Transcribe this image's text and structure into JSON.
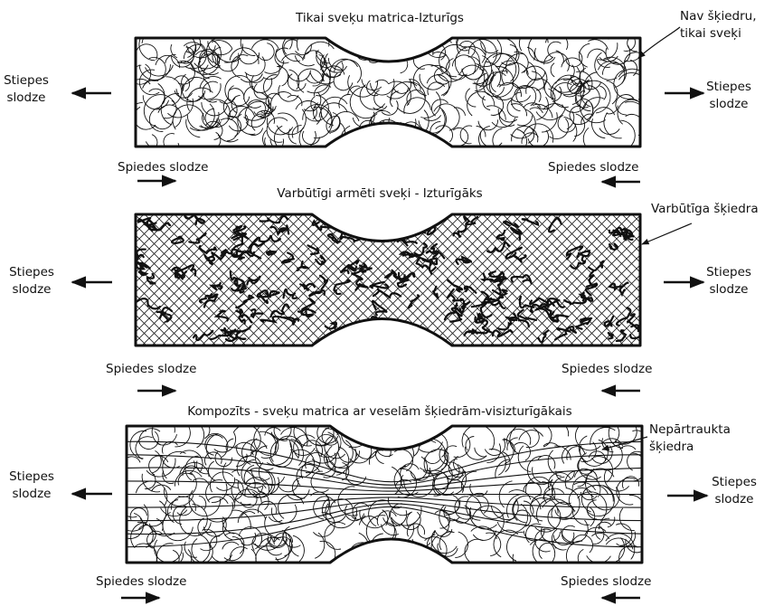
{
  "panels": [
    {
      "title": "Tikai sveķu matrica-Izturīgs",
      "callout": [
        "Nav šķiedru,",
        "tikai sveķi"
      ],
      "tension_left": [
        "Stiepes",
        "slodze"
      ],
      "tension_right": [
        "Stiepes",
        "slodze"
      ],
      "compression_left": "Spiedes slodze",
      "compression_right": "Spiedes slodze",
      "fill_pattern": "curved-fiber-marks"
    },
    {
      "title": "Varbūtīgi armēti sveķi - Izturīgāks",
      "callout": [
        "Varbūtīga šķiedra"
      ],
      "tension_left": [
        "Stiepes",
        "slodze"
      ],
      "tension_right": [
        "Stiepes",
        "slodze"
      ],
      "compression_left": "Spiedes slodze",
      "compression_right": "Spiedes slodze",
      "fill_pattern": "crosshatch-random-fibers"
    },
    {
      "title": "Kompozīts - sveķu matrica ar veselām šķiedrām-visizturīgākais",
      "callout": [
        "Nepārtraukta",
        "šķiedra"
      ],
      "tension_left": [
        "Stiepes",
        "slodze"
      ],
      "tension_right": [
        "Stiepes",
        "slodze"
      ],
      "compression_left": "Spiedes slodze",
      "compression_right": "Spiedes slodze",
      "fill_pattern": "continuous-fibers"
    }
  ],
  "colors": {
    "ink": "#111111",
    "background": "#ffffff"
  }
}
